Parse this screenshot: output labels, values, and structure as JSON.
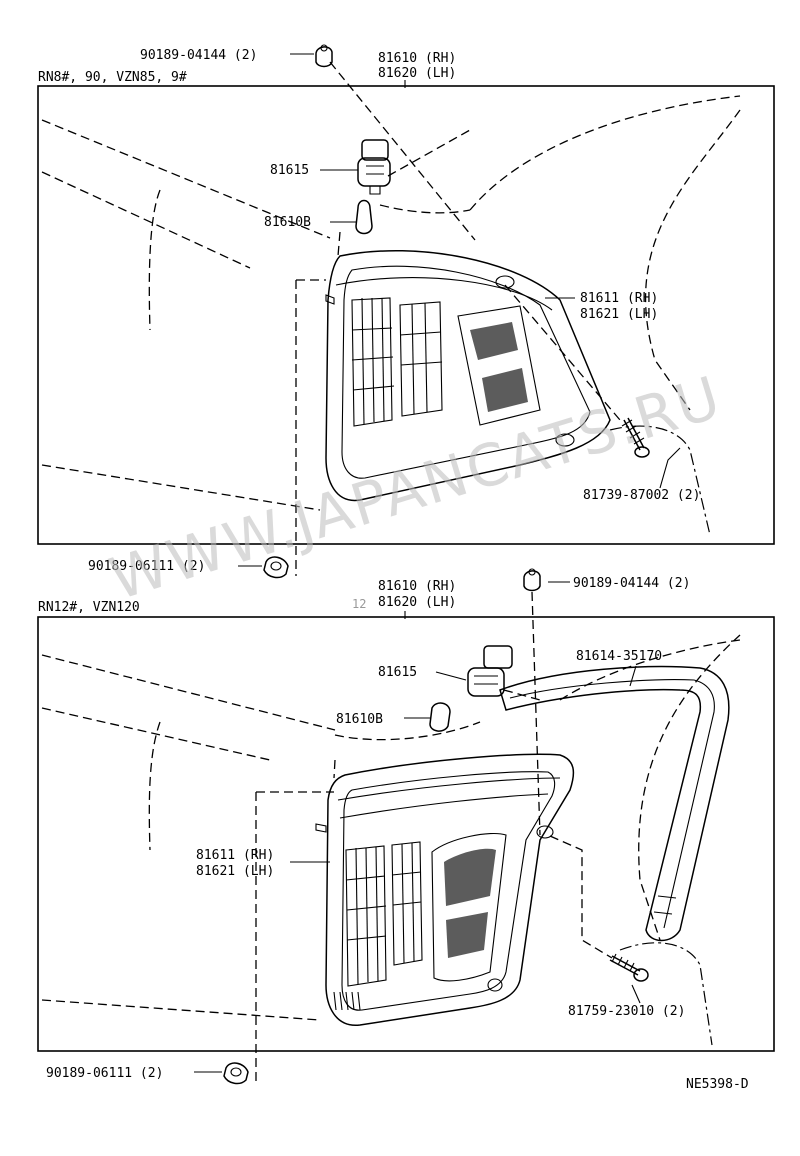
{
  "upper": {
    "model": "RN8#, 90, VZN85, 9#",
    "labels": {
      "clip_top": "90189-04144 (2)",
      "lamp_rh": "81610 (RH)",
      "lamp_lh": "81620 (LH)",
      "socket": "81615",
      "bulb": "81610B",
      "lens_rh": "81611 (RH)",
      "lens_lh": "81621 (LH)",
      "screw": "81739-87002 (2)",
      "clip_bottom": "90189-06111 (2)"
    }
  },
  "lower": {
    "model": "RN12#, VZN120",
    "labels": {
      "lamp_rh": "81610 (RH)",
      "lamp_lh": "81620 (LH)",
      "clip_top": "90189-04144 (2)",
      "socket": "81615",
      "gasket": "81614-35170",
      "bulb": "81610B",
      "lens_rh": "81611 (RH)",
      "lens_lh": "81621 (LH)",
      "screw": "81759-23010 (2)",
      "clip_bottom": "90189-06111 (2)"
    }
  },
  "watermark": "WWW.JAPANCATS.RU",
  "page_mark": "12",
  "drawing_code": "NE5398-D"
}
